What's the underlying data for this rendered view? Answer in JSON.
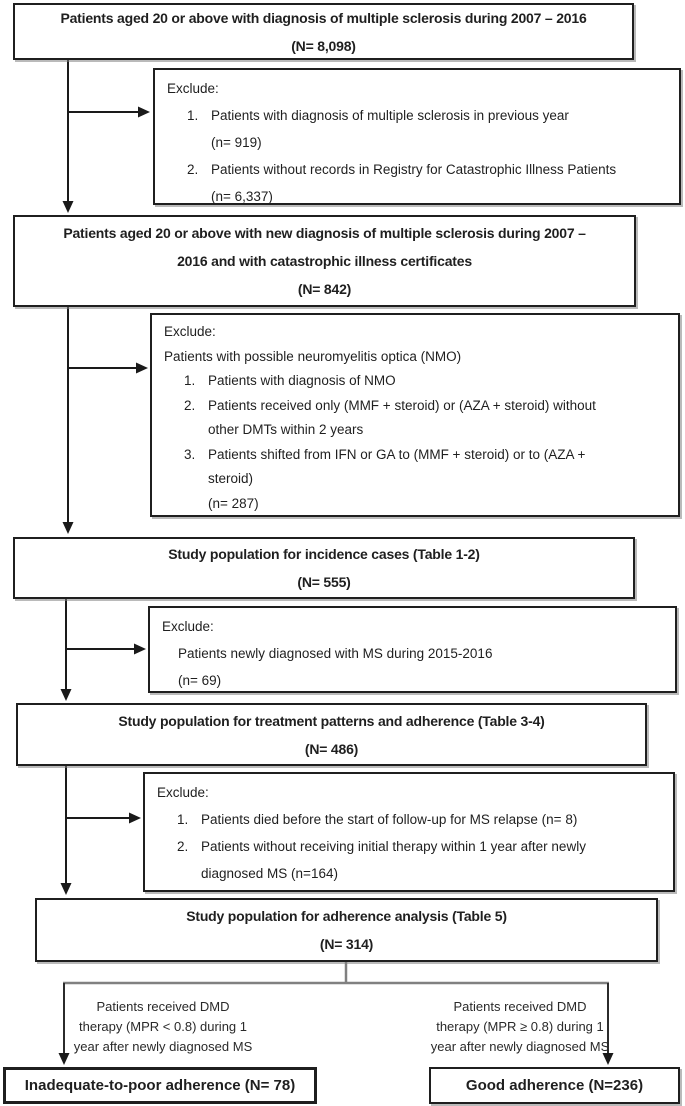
{
  "colors": {
    "line_black": "#1a1a1a",
    "connector_gray": "#808080",
    "box_border": "#1f1f1f",
    "background": "#ffffff"
  },
  "box1": {
    "lines": [
      "Patients aged 20 or above with diagnosis of multiple sclerosis during 2007 – 2016",
      "(N= 8,098)"
    ]
  },
  "excl1": {
    "rows": [
      {
        "text": "Exclude:"
      },
      {
        "num": "1.",
        "text": "Patients with diagnosis of multiple sclerosis in previous year"
      },
      {
        "text": "(n= 919)"
      },
      {
        "num": "2.",
        "text": "Patients without records in Registry for Catastrophic Illness Patients"
      },
      {
        "text": "(n= 6,337)"
      }
    ]
  },
  "box2": {
    "lines": [
      "Patients aged 20 or above with new diagnosis of multiple sclerosis during 2007 –",
      "2016 and with catastrophic illness certificates",
      "(N= 842)"
    ]
  },
  "excl2": {
    "rows": [
      {
        "text": "Exclude:"
      },
      {
        "text": "Patients with possible neuromyelitis optica (NMO)"
      },
      {
        "num": "1.",
        "text": "Patients with diagnosis of NMO"
      },
      {
        "num": "2.",
        "text": "Patients received only (MMF + steroid) or (AZA + steroid) without"
      },
      {
        "text": "other DMTs within 2 years"
      },
      {
        "num": "3.",
        "text": "Patients shifted from IFN or GA to (MMF + steroid) or to (AZA +"
      },
      {
        "text": "steroid)"
      },
      {
        "text": "(n= 287)"
      }
    ]
  },
  "box3": {
    "lines": [
      "Study population for incidence cases (Table 1-2)",
      "(N= 555)"
    ]
  },
  "excl3": {
    "rows": [
      {
        "text": "Exclude:"
      },
      {
        "text": "Patients newly diagnosed with MS during 2015-2016"
      },
      {
        "text": "(n= 69)"
      }
    ]
  },
  "box4": {
    "lines": [
      "Study population for treatment patterns and adherence (Table 3-4)",
      "(N= 486)"
    ]
  },
  "excl4": {
    "rows": [
      {
        "text": "Exclude:"
      },
      {
        "num": "1.",
        "text": "Patients died before the start of follow-up for MS relapse (n= 8)"
      },
      {
        "num": "2.",
        "text": "Patients without receiving initial therapy within 1 year after newly"
      },
      {
        "text": "diagnosed MS (n=164)"
      }
    ]
  },
  "box5": {
    "lines": [
      "Study population for adherence analysis (Table 5)",
      "(N= 314)"
    ]
  },
  "branch_left": {
    "lines": [
      "Patients received DMD",
      "therapy (MPR < 0.8) during 1",
      "year after newly diagnosed MS"
    ]
  },
  "branch_right": {
    "lines": [
      "Patients received DMD",
      "therapy (MPR ≥ 0.8) during 1",
      "year after newly diagnosed MS"
    ]
  },
  "outcome_left": {
    "label": "Inadequate-to-poor adherence (N= 78)"
  },
  "outcome_right": {
    "label": "Good adherence (N=236)"
  }
}
